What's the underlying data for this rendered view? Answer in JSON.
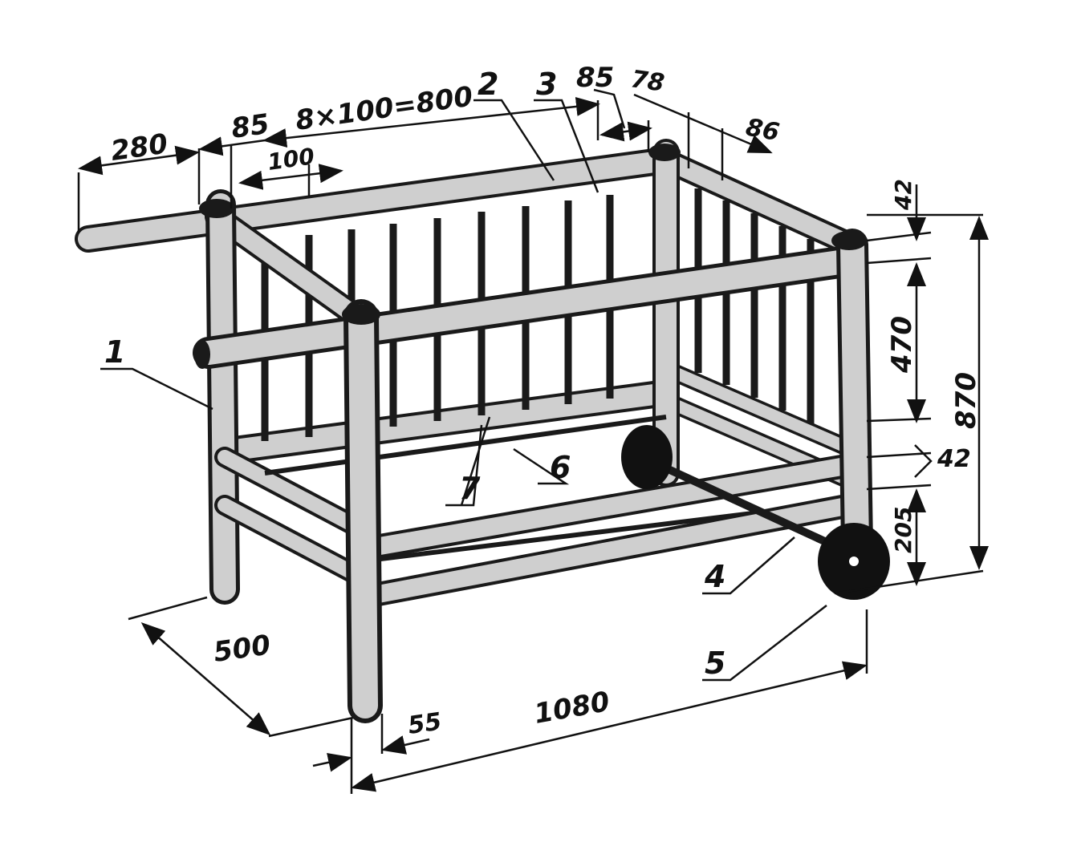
{
  "dimensions": {
    "handle_length": "280",
    "end_offset": "85",
    "spindle_spacing_total": "8×100=800",
    "spindle_pitch": "100",
    "end_offset_right": "85",
    "side_offset_78": "78",
    "side_offset_86": "86",
    "top_rail_gap": "42",
    "side_height": "470",
    "total_height": "870",
    "lower_rail_gap": "42",
    "bottom_height": "205",
    "width": "500",
    "leg_diameter": "55",
    "length": "1080"
  },
  "parts": [
    "1",
    "2",
    "3",
    "4",
    "5",
    "6",
    "7"
  ],
  "colors": {
    "ink": "#1a1a1a",
    "tube_fill": "#cfcfcf",
    "wheel": "#111111",
    "paper": "#ffffff"
  }
}
